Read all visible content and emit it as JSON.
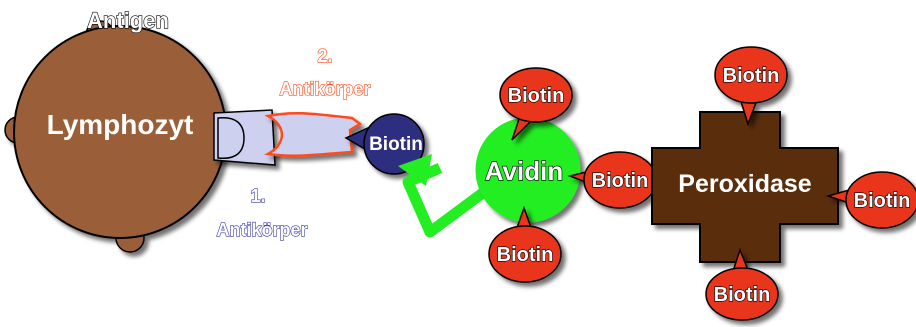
{
  "labels": {
    "antigen": "Antigen",
    "lymphozyt": "Lymphozyt",
    "antibody2_num": "2.",
    "antibody2_name": "Antikörper",
    "antibody1_num": "1.",
    "antibody1_name": "Antikörper",
    "biotin": "Biotin",
    "avidin": "Avidin",
    "peroxidase": "Peroxidase"
  },
  "colors": {
    "lymphocyte": "#9a5f37",
    "antibody": "#cdd0ee",
    "biotin_dark": "#2d2d80",
    "biotin_red": "#e8351a",
    "avidin": "#22ee22",
    "peroxidase": "#5a2e0a",
    "antibody2_label": "#ff4b1e",
    "antibody1_label": "#3a3aa8"
  }
}
